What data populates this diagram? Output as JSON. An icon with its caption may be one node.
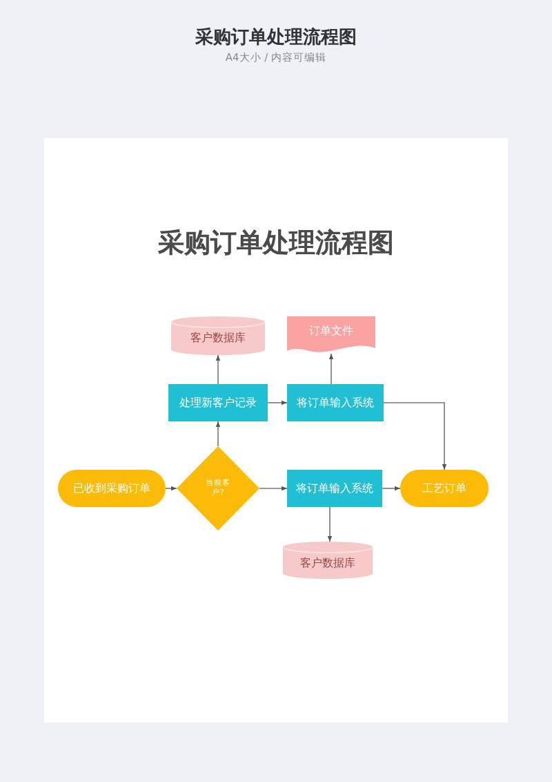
{
  "diagram": {
    "title": "采购订单处理流程图",
    "nodes": [
      {
        "text": [
          "客户数据库"
        ]
      },
      {
        "text": [
          "订单文件"
        ]
      },
      {
        "text": [
          "处理新客户记录"
        ]
      },
      {
        "text": [
          "将订单输入系统"
        ]
      },
      {
        "text": [
          "已收到采购订单"
        ]
      },
      {
        "text": [
          "当前客户?"
        ]
      },
      {
        "text": [
          "将订单输入系统"
        ]
      },
      {
        "text": [
          "工艺订单"
        ]
      },
      {
        "text": [
          "客户数据库"
        ]
      }
    ],
    "edges": [
      {
        "from": 4,
        "to": 5,
        "arrow": "to"
      },
      {
        "from": 5,
        "to": 2,
        "arrow": "to"
      },
      {
        "from": 5,
        "to": 6,
        "arrow": "to"
      },
      {
        "from": 2,
        "to": 0,
        "arrow": "to"
      },
      {
        "from": 2,
        "to": 3,
        "arrow": "to"
      },
      {
        "from": 3,
        "to": 1,
        "arrow": "to"
      },
      {
        "from": 3,
        "to": 7,
        "arrow": "to"
      },
      {
        "from": 6,
        "to": 7,
        "arrow": "to"
      },
      {
        "from": 6,
        "to": 8,
        "arrow": "to"
      }
    ],
    "labels": [
      "采购订单处理流程图",
      "A4大小 / 内容可编辑"
    ]
  }
}
